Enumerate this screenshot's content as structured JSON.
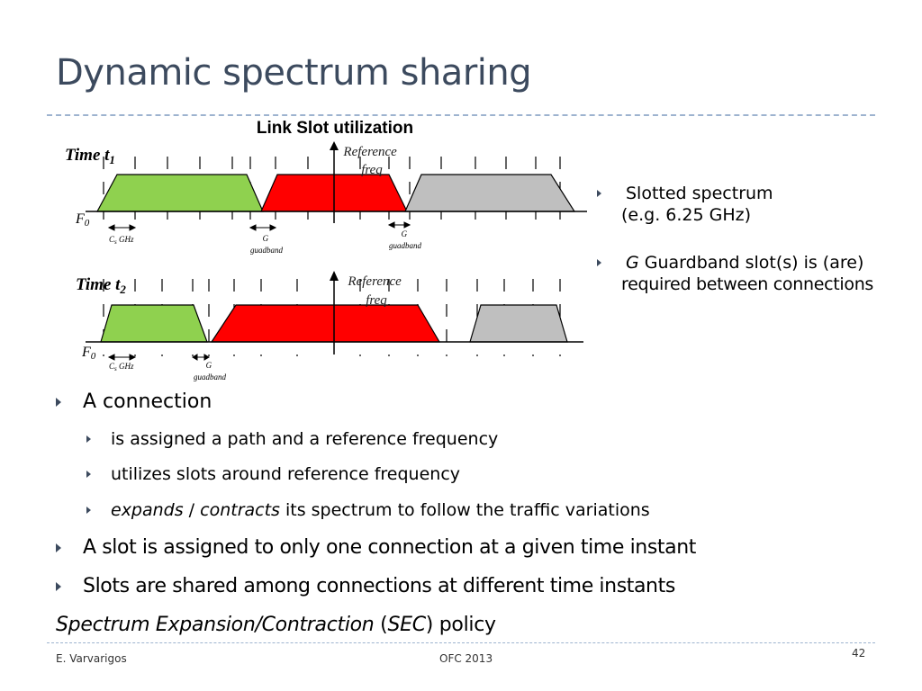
{
  "slide": {
    "title": "Dynamic spectrum sharing",
    "footer_left": "E. Varvarigos",
    "footer_center": "OFC 2013",
    "page_number": "42"
  },
  "diagram": {
    "heading": "Link Slot utilization",
    "time1_label": "Time t",
    "time1_sub": "1",
    "time2_label": "Time t",
    "time2_sub": "2",
    "f0_label": "F",
    "f0_sub": "0",
    "ref_freq_line1": "Reference",
    "ref_freq_line2": "freq",
    "cs_label": "C",
    "cs_sub": "s",
    "cs_unit": " GHz",
    "g_label": "G",
    "guardband_label": "guadband",
    "colors": {
      "green": "#8fd14f",
      "red": "#ff0000",
      "gray": "#bfbfbf"
    }
  },
  "side_bullets": [
    {
      "line1": "Slotted spectrum",
      "line2": "(e.g. 6.25 GHz)"
    },
    {
      "italic": "G",
      "line1": " Guardband slot(s) is (are)",
      "line2": "required between connections"
    }
  ],
  "main_bullets": {
    "b1": "A connection",
    "b1_sub1": "is assigned a path and a reference frequency",
    "b1_sub2": "utilizes slots around reference frequency",
    "b1_sub3_italic1": "expands",
    "b1_sub3_sep": " / ",
    "b1_sub3_italic2": "contracts",
    "b1_sub3_rest": " its spectrum to follow the traffic variations",
    "b2": "A slot is assigned to only one connection at a given time instant",
    "b3": "Slots are shared among connections at different time instants",
    "policy_italic1": "Spectrum Expansion/Contraction",
    "policy_paren_open": " (",
    "policy_italic2": "SEC",
    "policy_rest": ") policy"
  }
}
